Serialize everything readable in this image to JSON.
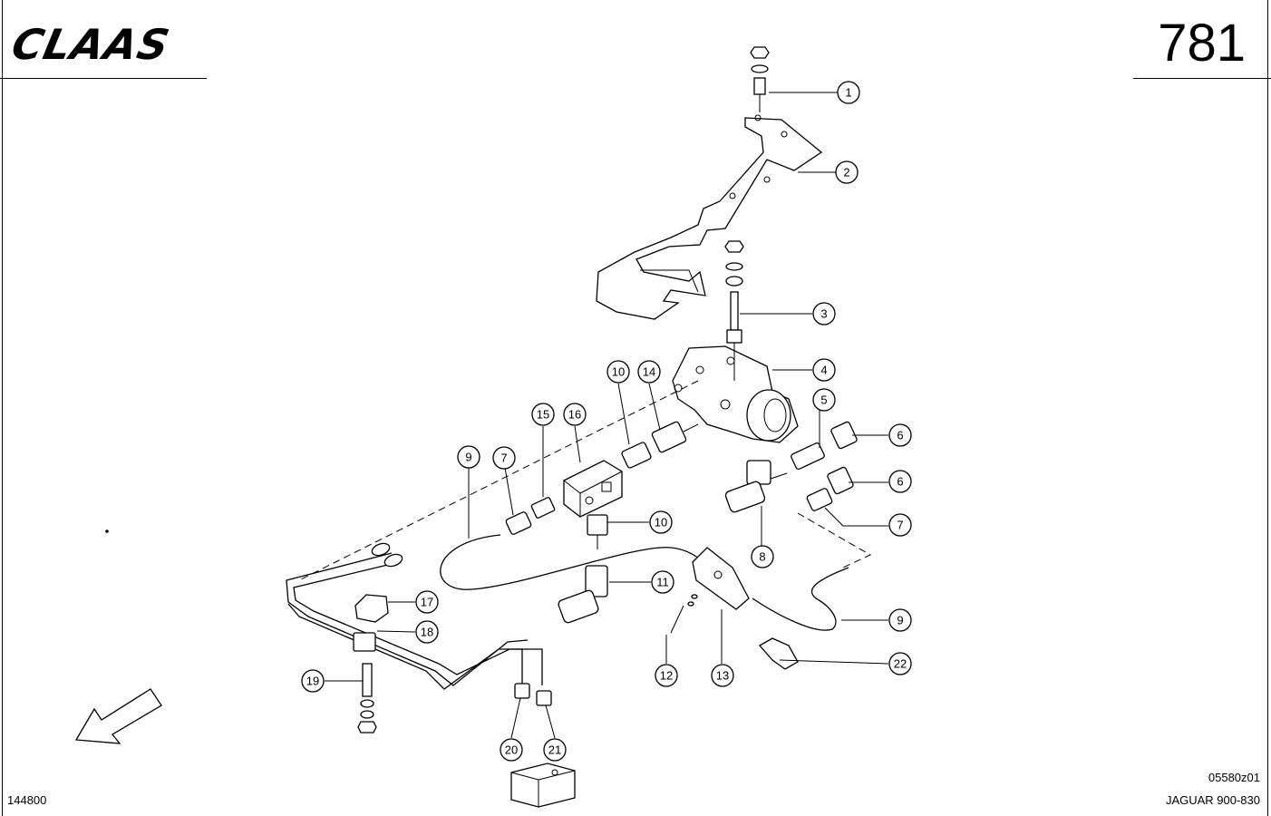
{
  "header": {
    "brand": "CLAAS",
    "page_number": "781"
  },
  "footer": {
    "sheet_id": "144800",
    "drawing_code": "05580z01",
    "model": "JAGUAR 900-830"
  },
  "callouts": [
    "1",
    "2",
    "3",
    "4",
    "5",
    "6",
    "6",
    "7",
    "7",
    "8",
    "9",
    "9",
    "10",
    "10",
    "11",
    "12",
    "13",
    "14",
    "15",
    "16",
    "17",
    "18",
    "19",
    "20",
    "21",
    "22"
  ]
}
